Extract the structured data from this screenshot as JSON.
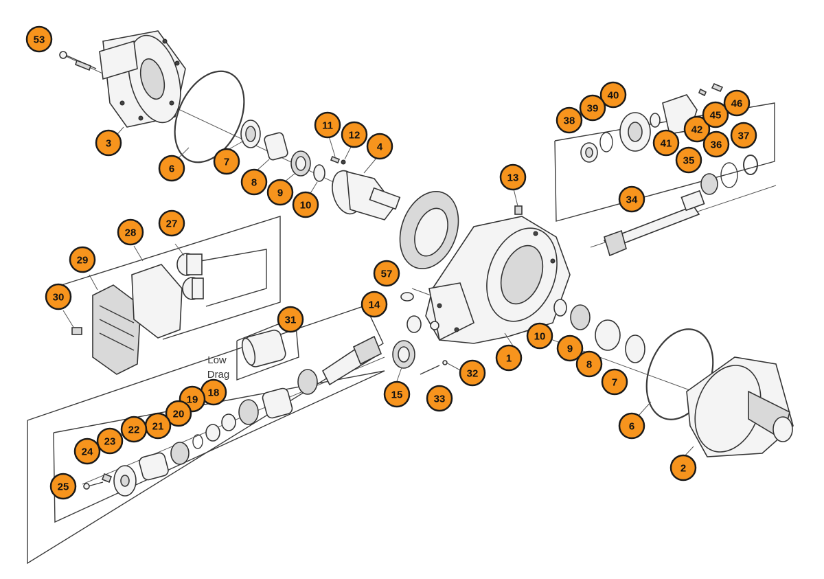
{
  "diagram": {
    "annotation": [
      "Low",
      "Drag"
    ],
    "callouts": [
      "53",
      "3",
      "6",
      "7",
      "8",
      "9",
      "10",
      "11",
      "12",
      "4",
      "13",
      "40",
      "39",
      "38",
      "41",
      "42",
      "45",
      "46",
      "37",
      "36",
      "35",
      "34",
      "28",
      "27",
      "29",
      "30",
      "57",
      "14",
      "31",
      "1",
      "10",
      "9",
      "8",
      "7",
      "6",
      "2",
      "15",
      "32",
      "33",
      "18",
      "19",
      "20",
      "21",
      "22",
      "23",
      "24",
      "25"
    ],
    "colors": {
      "callout_fill": "#f7941d",
      "callout_stroke": "#1a1a1a",
      "line": "#3a3a3a"
    }
  }
}
